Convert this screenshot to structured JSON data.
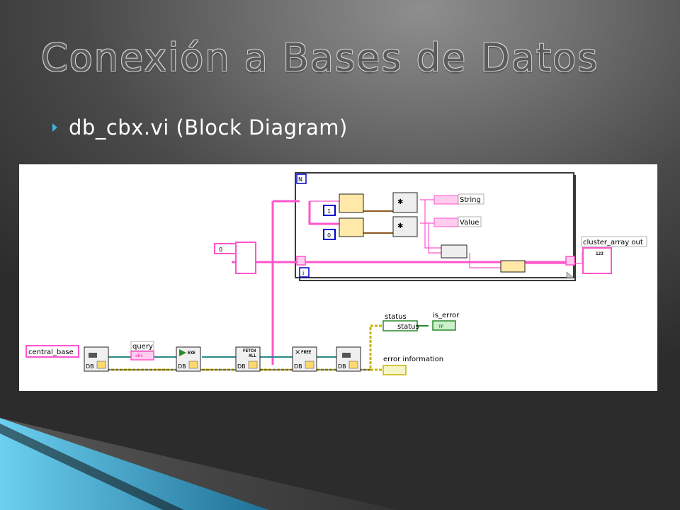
{
  "slide": {
    "title": "Conexión a Bases de Datos",
    "bullet": "db_cbx.vi (Block Diagram)"
  },
  "diagram": {
    "controls": {
      "connection_name": "central_base",
      "query_label": "query",
      "query_type": "abc",
      "constant_zero": "0",
      "index_one": "1",
      "index_zero": "0",
      "loop_count": "N",
      "loop_iteration": "i"
    },
    "subvis": {
      "open": "DB",
      "exec": "EXE",
      "fetch": "FETCH",
      "fetch_sub": "ALL",
      "free": "FREE",
      "close": "DB"
    },
    "indicators": {
      "string_label": "String",
      "value_label": "Value",
      "cluster_out": "cluster_array out",
      "cluster_type": "123",
      "status_label": "status",
      "status_value": "status",
      "is_error_label": "is_error",
      "is_error_type": "TF",
      "error_info_label": "error information"
    },
    "colors": {
      "string_wire": "#ff55cc",
      "cluster_wire": "#8c5a1e",
      "error_wire": "#c8b400",
      "dbl_wire": "#ff8c00",
      "int_wire": "#0000cc"
    }
  }
}
